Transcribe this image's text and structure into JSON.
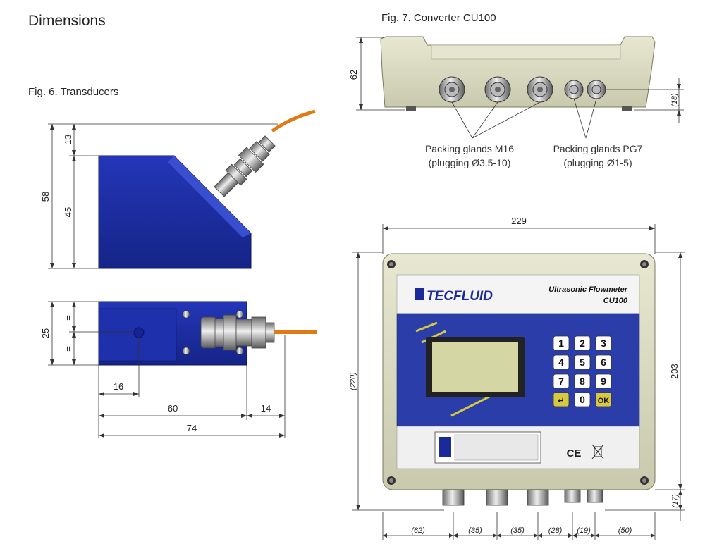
{
  "page": {
    "title": "Dimensions",
    "fig6_caption": "Fig. 6. Transducers",
    "fig7_caption": "Fig. 7. Converter CU100"
  },
  "transducer_side": {
    "dim_total_height": "58",
    "dim_top": "13",
    "dim_body": "45"
  },
  "transducer_top": {
    "dim_height": "25",
    "equal_mark": "=",
    "dim_hole": "16",
    "dim_body_length": "60",
    "dim_cable_offset": "14",
    "dim_total_length": "74"
  },
  "converter_top": {
    "dim_height": "62",
    "dim_gland_height": "(18)",
    "glands_m16_label": "Packing glands M16",
    "glands_m16_sub": "(plugging Ø3.5-10)",
    "glands_pg7_label": "Packing glands PG7",
    "glands_pg7_sub": "(plugging Ø1-5)"
  },
  "converter_front": {
    "dim_width": "229",
    "dim_total_height": "(220)",
    "dim_body_height": "203",
    "dim_gland_depth": "(17)",
    "bottom_dims": [
      "(62)",
      "(35)",
      "(35)",
      "(28)",
      "(19)",
      "(50)"
    ],
    "brand": "TECFLUID",
    "product_line1": "Ultrasonic Flowmeter",
    "product_line2": "CU100",
    "keypad": [
      "1",
      "2",
      "3",
      "4",
      "5",
      "6",
      "7",
      "8",
      "9",
      "↵",
      "0",
      "OK"
    ],
    "ce_mark": "CE"
  },
  "colors": {
    "transducer_blue": "#1a2a9a",
    "panel_blue": "#2a3da8",
    "housing_beige": "#dcdcc4",
    "cable_orange": "#e07a14",
    "lcd_green": "#d4d6a4",
    "key_yellow": "#d8c840"
  }
}
